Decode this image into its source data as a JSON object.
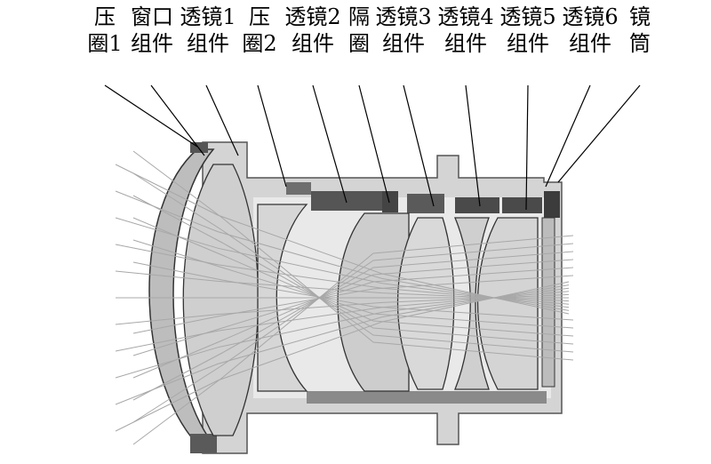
{
  "labels": [
    {
      "id": "press-ring-1",
      "line1": "压",
      "line2": "圈1"
    },
    {
      "id": "window-assembly",
      "line1": "窗口",
      "line2": "组件"
    },
    {
      "id": "lens-1-assembly",
      "line1": "透镜1",
      "line2": "组件"
    },
    {
      "id": "press-ring-2",
      "line1": "压",
      "line2": "圈2"
    },
    {
      "id": "lens-2-assembly",
      "line1": "透镜2",
      "line2": "组件"
    },
    {
      "id": "spacer-ring",
      "line1": "隔",
      "line2": "圈"
    },
    {
      "id": "lens-3-assembly",
      "line1": "透镜3",
      "line2": "组件"
    },
    {
      "id": "lens-4-assembly",
      "line1": "透镜4",
      "line2": "组件"
    },
    {
      "id": "lens-5-assembly",
      "line1": "透镜5",
      "line2": "组件"
    },
    {
      "id": "lens-6-assembly",
      "line1": "透镜6",
      "line2": "组件"
    },
    {
      "id": "lens-barrel",
      "line1": "镜",
      "line2": "筒"
    }
  ],
  "colors": {
    "housing": "#d4d4d4",
    "housing_dark": "#6e6e6e",
    "glass": "#c9c9c9",
    "glass_light": "#e6e6e6",
    "rays": "#a8a8a8",
    "leader": "#000000"
  }
}
